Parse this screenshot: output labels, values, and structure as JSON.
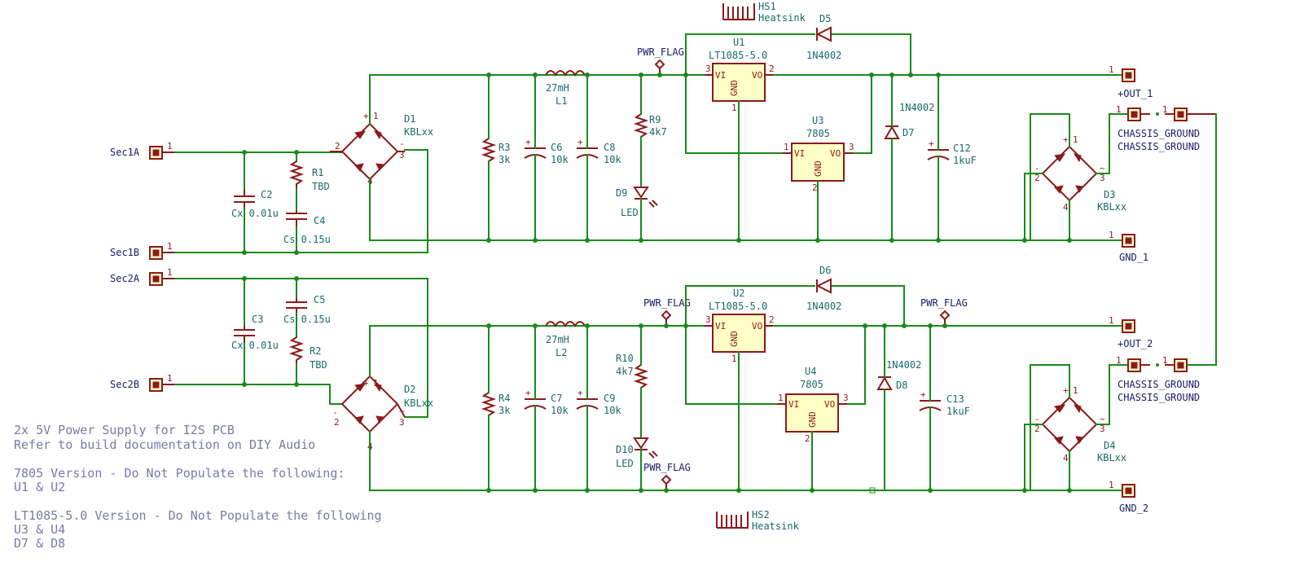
{
  "notes": [
    "2x 5V Power Supply for I2S PCB",
    "Refer to build documentation on DIY Audio",
    "7805 Version - Do Not Populate the following:",
    "U1 & U2",
    "LT1085-5.0 Version - Do Not Populate the following",
    "U3 & U4",
    "D7 & D8"
  ],
  "connectors": {
    "sec1a": {
      "ref": "Sec1A",
      "pin": "1"
    },
    "sec1b": {
      "ref": "Sec1B",
      "pin": "1"
    },
    "sec2a": {
      "ref": "Sec2A",
      "pin": "1"
    },
    "sec2b": {
      "ref": "Sec2B",
      "pin": "1"
    },
    "out1": {
      "ref": "+OUT_1",
      "pin": "1"
    },
    "gnd1": {
      "ref": "GND_1",
      "pin": "1"
    },
    "out2": {
      "ref": "+OUT_2",
      "pin": "1"
    },
    "gnd2": {
      "ref": "GND_2",
      "pin": "1"
    },
    "chassis1a": {
      "ref": "CHASSIS_GROUND",
      "pin": "1"
    },
    "chassis1b": {
      "ref": "CHASSIS_GROUND",
      "pin": "1"
    },
    "chassis2a": {
      "ref": "CHASSIS_GROUND",
      "pin": "1"
    },
    "chassis2b": {
      "ref": "CHASSIS_GROUND",
      "pin": "1"
    }
  },
  "parts": {
    "c2": {
      "ref": "C2",
      "value": "Cx 0.01u"
    },
    "c3": {
      "ref": "C3",
      "value": "Cx 0.01u"
    },
    "r1": {
      "ref": "R1",
      "value": "TBD"
    },
    "r2": {
      "ref": "R2",
      "value": "TBD"
    },
    "c4": {
      "ref": "C4",
      "value": "Cs 0.15u"
    },
    "c5": {
      "ref": "C5",
      "value": "Cs 0.15u"
    },
    "d1": {
      "ref": "D1",
      "value": "KBLxx"
    },
    "d2": {
      "ref": "D2",
      "value": "KBLxx"
    },
    "d3": {
      "ref": "D3",
      "value": "KBLxx"
    },
    "d4": {
      "ref": "D4",
      "value": "KBLxx"
    },
    "r3": {
      "ref": "R3",
      "value": "3k"
    },
    "r4": {
      "ref": "R4",
      "value": "3k"
    },
    "c6": {
      "ref": "C6",
      "value": "10k"
    },
    "c7": {
      "ref": "C7",
      "value": "10k"
    },
    "c8": {
      "ref": "C8",
      "value": "10k"
    },
    "c9": {
      "ref": "C9",
      "value": "10k"
    },
    "l1": {
      "ref": "L1",
      "value": "27mH"
    },
    "l2": {
      "ref": "L2",
      "value": "27mH"
    },
    "r9": {
      "ref": "R9",
      "value": "4k7"
    },
    "r10": {
      "ref": "R10",
      "value": "4k7"
    },
    "d9": {
      "ref": "D9",
      "value": "LED"
    },
    "d10": {
      "ref": "D10",
      "value": "LED"
    },
    "u1": {
      "ref": "U1",
      "value": "LT1085-5.0"
    },
    "u2": {
      "ref": "U2",
      "value": "LT1085-5.0"
    },
    "u3": {
      "ref": "U3",
      "value": "7805"
    },
    "u4": {
      "ref": "U4",
      "value": "7805"
    },
    "d5": {
      "ref": "D5",
      "value": "1N4002"
    },
    "d6": {
      "ref": "D6",
      "value": "1N4002"
    },
    "d7": {
      "ref": "D7",
      "value": "1N4002"
    },
    "d8": {
      "ref": "D8",
      "value": "1N4002"
    },
    "c12": {
      "ref": "C12",
      "value": "1kuF"
    },
    "c13": {
      "ref": "C13",
      "value": "1kuF"
    },
    "hs1": {
      "ref": "HS1",
      "value": "Heatsink"
    },
    "hs2": {
      "ref": "HS2",
      "value": "Heatsink"
    }
  },
  "flags": {
    "pwr_flag": "PWR_FLAG"
  },
  "pins": {
    "reg_vi": "VI",
    "reg_vo": "VO",
    "reg_gnd": "GND",
    "n1": "1",
    "n2": "2",
    "n3": "3",
    "n4": "4",
    "plus": "+",
    "minus": "-",
    "tilde": "~"
  },
  "colors": {
    "wire": "#1a8a1a",
    "part": "#8b1a1a",
    "ic_fill": "#ffffc6",
    "label": "#1a6a6a",
    "note": "#7a7aa8"
  }
}
